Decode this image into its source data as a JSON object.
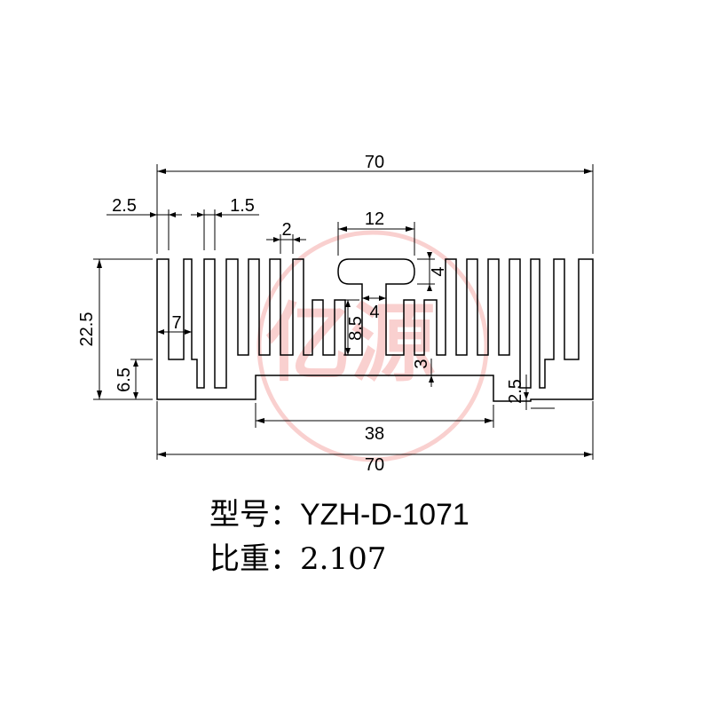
{
  "model": {
    "label": "型号：",
    "value": "YZH-D-1071"
  },
  "specific_weight": {
    "label": "比重：",
    "value": "2.107"
  },
  "watermark": {
    "text": "亿源",
    "color": "#e8302a"
  },
  "dimensions": {
    "overall_width_top": "70",
    "overall_width_bottom": "70",
    "fin_spacing": "2.5",
    "fin_thickness": "1.5",
    "center_fin_thickness": "2",
    "slot_top_width": "12",
    "slot_top_height": "4",
    "slot_neck_width": "4",
    "slot_depth": "8.5",
    "total_height": "22.5",
    "step_height": "6.5",
    "side_step_width": "7",
    "base_offset": "3",
    "base_thickness_right": "2.5",
    "bottom_land_width": "38"
  },
  "colors": {
    "line": "#000000",
    "background": "#ffffff"
  }
}
